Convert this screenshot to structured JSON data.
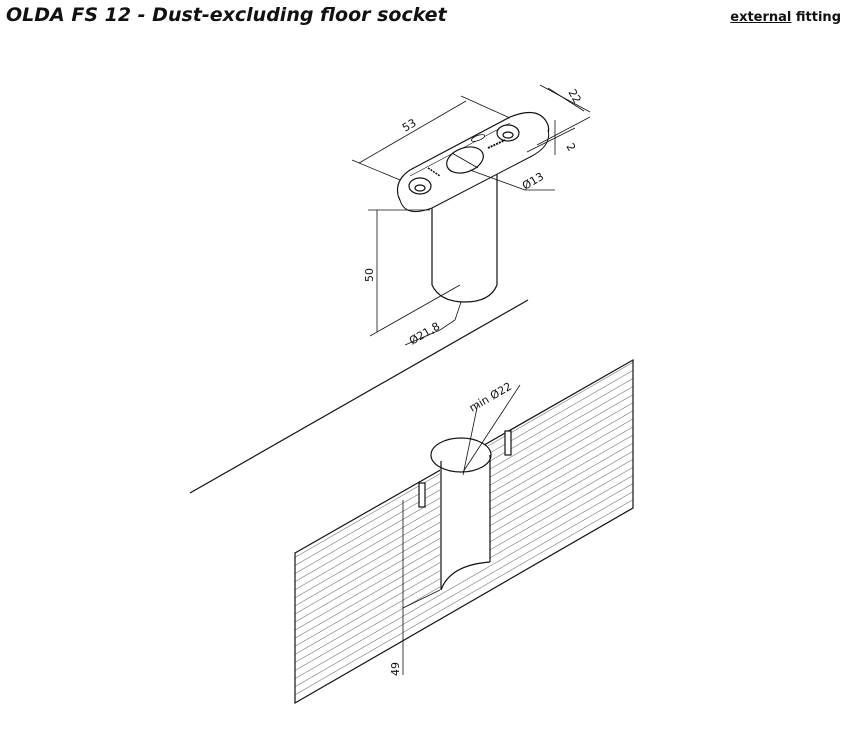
{
  "header": {
    "title": "OLDA FS 12 - Dust-excluding floor socket",
    "fitting_underlined": "external",
    "fitting_rest": " fitting"
  },
  "drawing": {
    "dim_length": "53",
    "dim_width": "22",
    "dim_thickness": "2",
    "dim_hole": "Ø13",
    "dim_height": "50",
    "dim_diameter": "Ø21,8",
    "dim_min_hole": "min Ø22",
    "dim_depth": "49"
  }
}
